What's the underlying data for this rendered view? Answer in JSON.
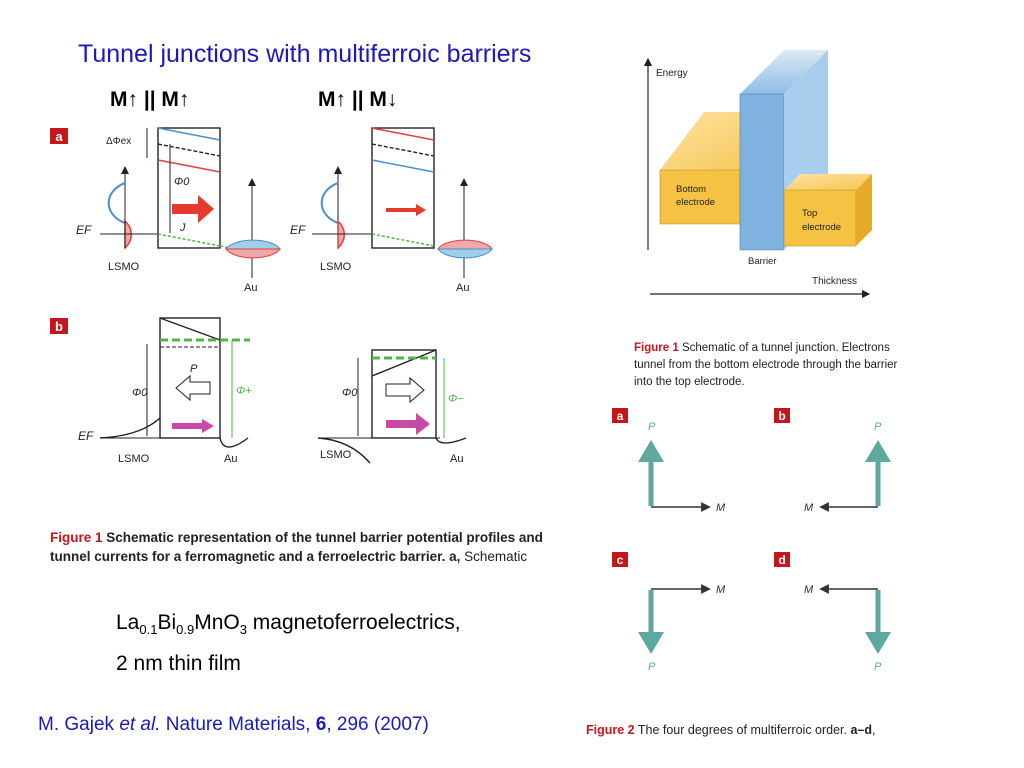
{
  "slide": {
    "title": "Tunnel junctions with multiferroic barriers",
    "headers": {
      "left": "M↑ || M↑",
      "right": "M↑ || M↓"
    }
  },
  "figure_left": {
    "panel_a": "a",
    "panel_b": "b",
    "labels": {
      "delta_phi_ex": "ΔΦex",
      "phi0": "Φ0",
      "ef": "EF",
      "j": "J",
      "lsmo": "LSMO",
      "au": "Au",
      "p": "P",
      "phi_plus": "Φ+",
      "phi_minus": "Φ−"
    },
    "caption_label": "Figure 1",
    "caption_line1": "Schematic representation of the tunnel barrier potential profiles and",
    "caption_line2_bold": "tunnel currents for a ferromagnetic and a ferroelectric barrier. a,",
    "caption_line2_rest": "Schematic"
  },
  "figure_right_top": {
    "energy": "Energy",
    "thickness": "Thickness",
    "bottom_electrode_1": "Bottom",
    "bottom_electrode_2": "electrode",
    "top_electrode_1": "Top",
    "top_electrode_2": "electrode",
    "barrier": "Barrier",
    "caption_label": "Figure 1",
    "caption_text_1": "Schematic of a tunnel junction. Electrons",
    "caption_text_2": "tunnel from the bottom electrode through the barrier",
    "caption_text_3": "into the top electrode."
  },
  "figure_right_bottom": {
    "panels": [
      "a",
      "b",
      "c",
      "d"
    ],
    "p_label": "P",
    "m_label": "M",
    "caption_label": "Figure 2",
    "caption_text": "The four degrees of multiferroic order.",
    "caption_bold": "a–d",
    "caption_tail": ","
  },
  "body": {
    "material": "La0.1Bi0.9MnO3 magnetoferroelectrics,",
    "line2": "2 nm thin film"
  },
  "reference": {
    "authors": "M. Gajek ",
    "etal": "et al.",
    "journal": " Nature Materials, ",
    "volume": "6",
    "pages_year": ", 296 (2007)"
  },
  "colors": {
    "title_blue": "#1a1ab8",
    "panel_red": "#c4171c",
    "teal_arrow": "#5ea89e",
    "electrode_orange": "#f5c243",
    "barrier_blue": "#7fb2de",
    "magenta_arrow": "#c64aa6",
    "green_dash": "#4db848"
  }
}
